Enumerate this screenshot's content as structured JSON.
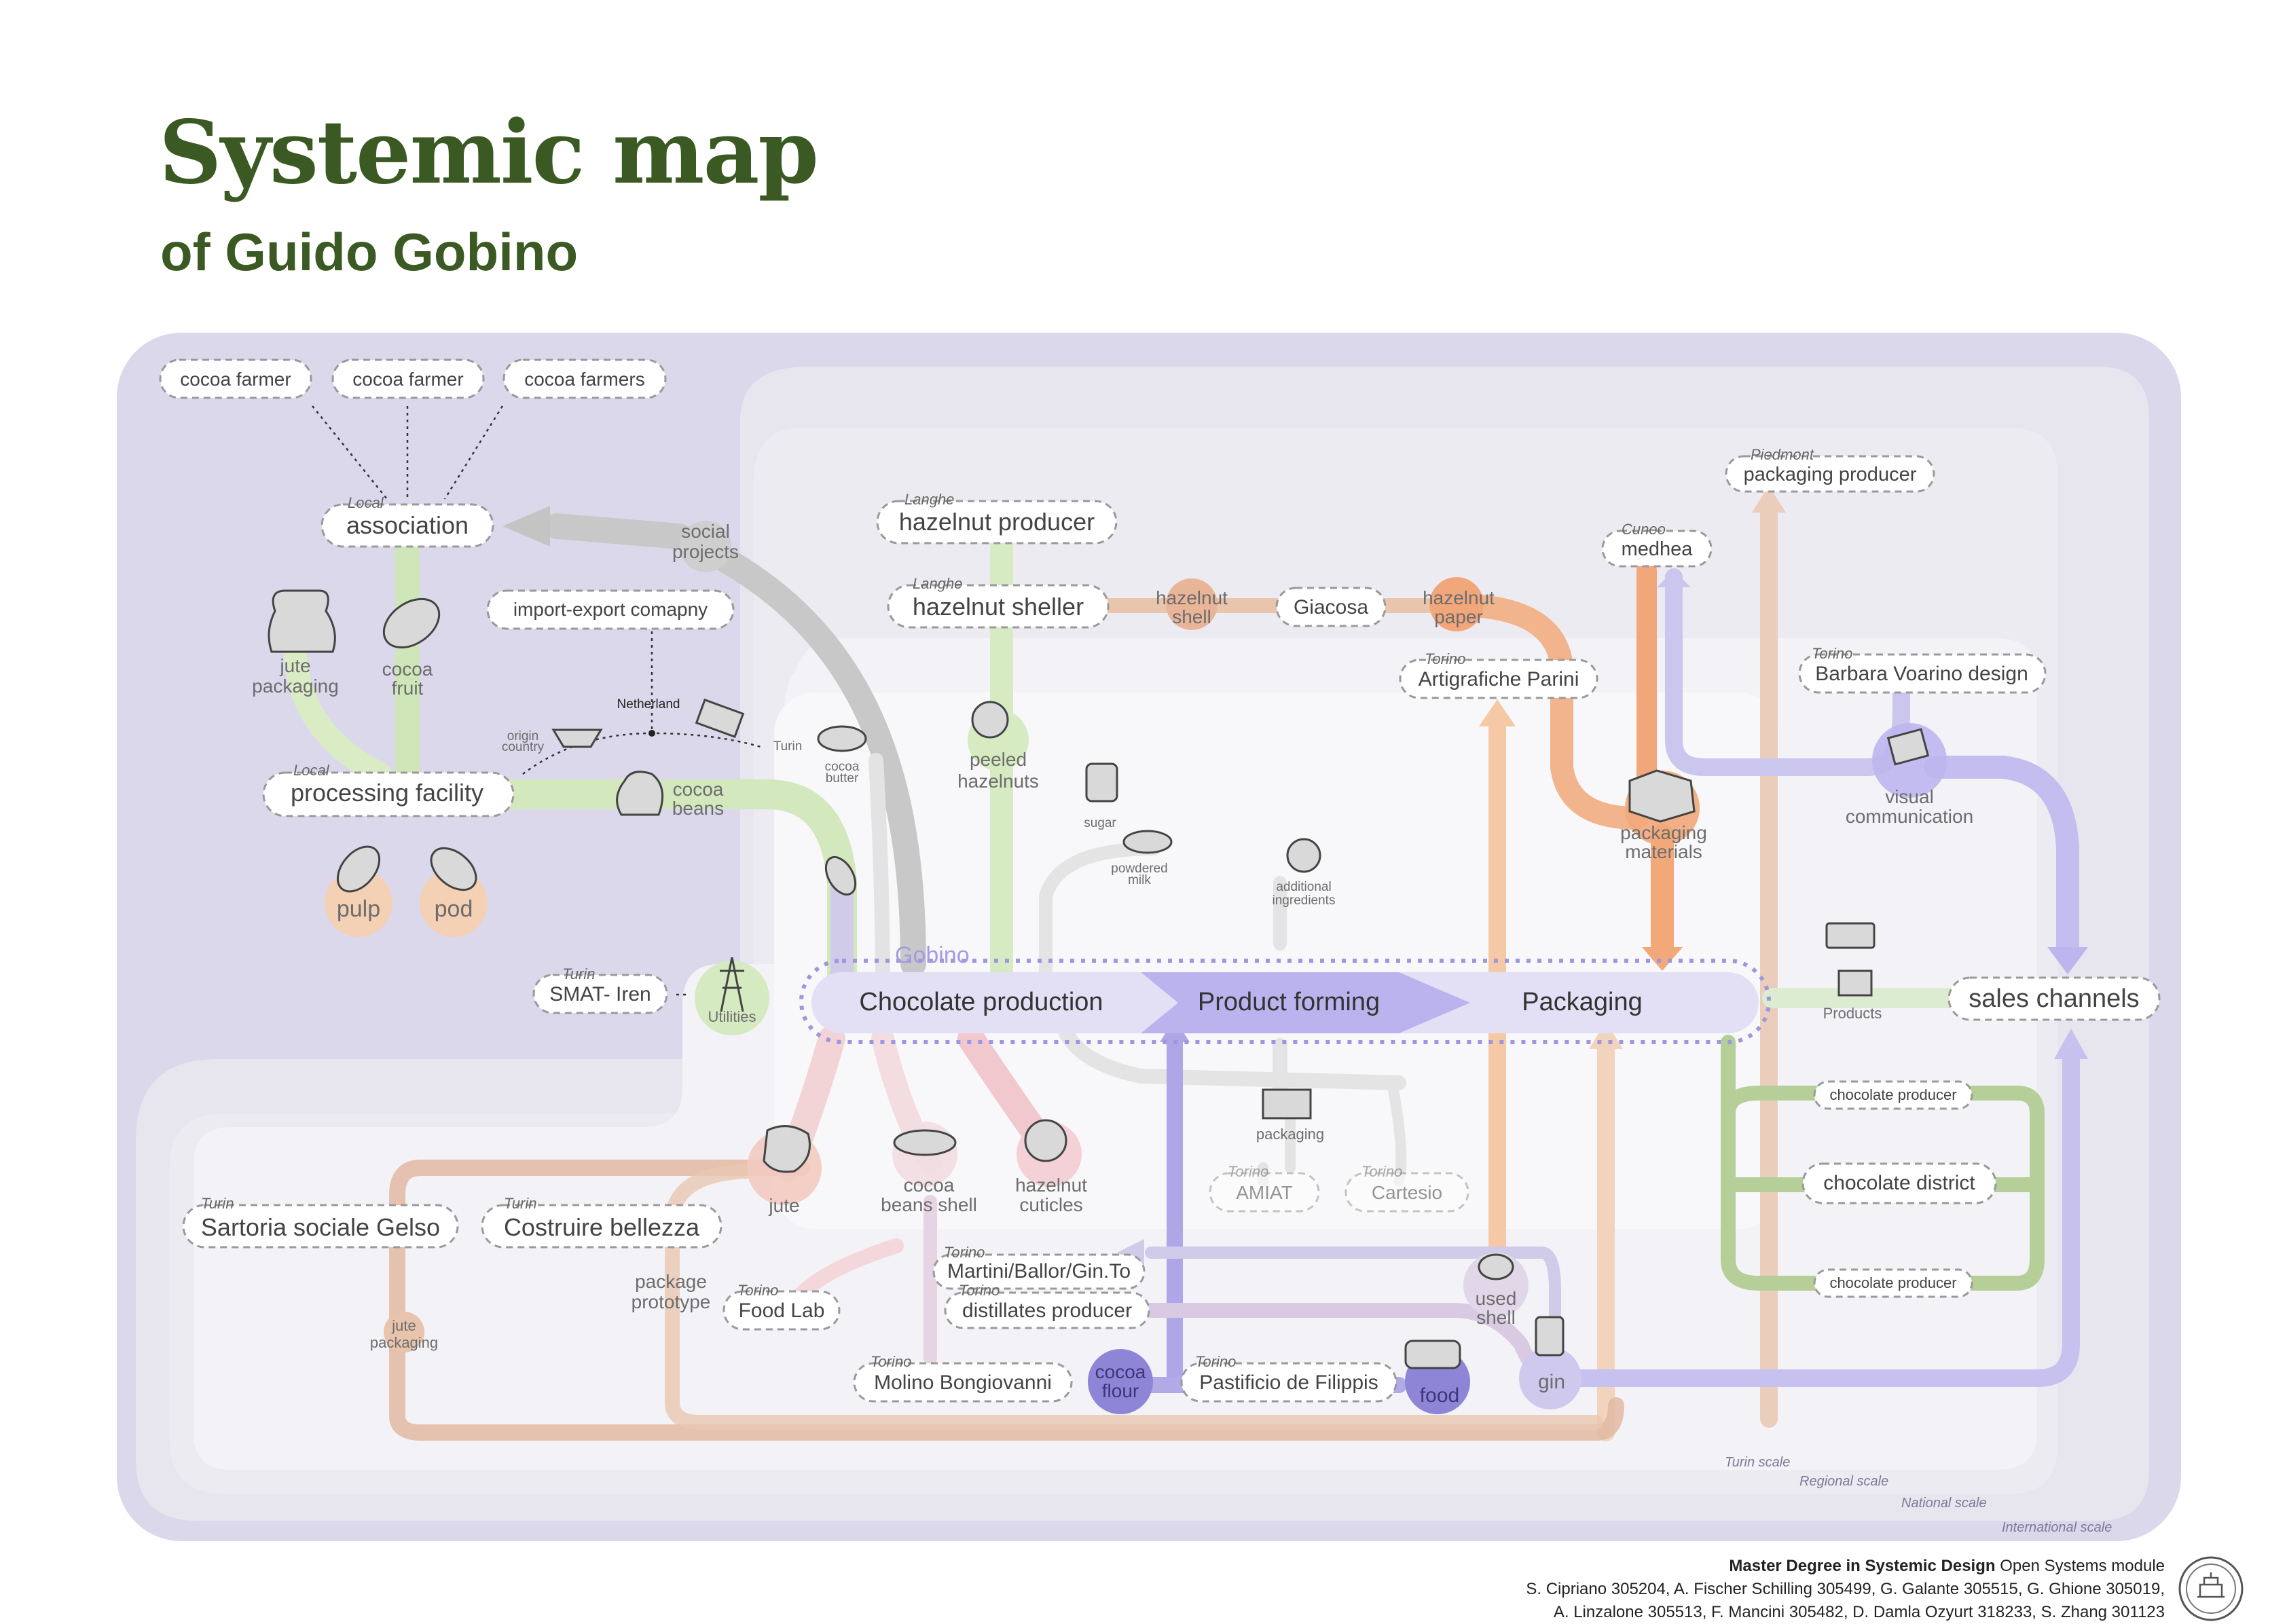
{
  "header": {
    "title": "Systemic map",
    "subtitle": "of Guido Gobino"
  },
  "gobino": {
    "label": "Gobino",
    "steps": [
      "Chocolate production",
      "Product forming",
      "Packaging"
    ]
  },
  "nodes": {
    "cocoa_farmer_1": "cocoa farmer",
    "cocoa_farmer_2": "cocoa farmer",
    "cocoa_farmers": "cocoa farmers",
    "association": {
      "loc": "Local",
      "label": "association"
    },
    "import_export": "import-export comapny",
    "processing_facility": {
      "loc": "Local",
      "label": "processing facility"
    },
    "hazelnut_producer": {
      "loc": "Langhe",
      "label": "hazelnut producer"
    },
    "hazelnut_sheller": {
      "loc": "Langhe",
      "label": "hazelnut sheller"
    },
    "giacosa": "Giacosa",
    "artigrafiche": {
      "loc": "Torino",
      "label": "Artigrafiche Parini"
    },
    "packaging_producer": {
      "loc": "Piedmont",
      "label": "packaging producer"
    },
    "medhea": {
      "loc": "Cuneo",
      "label": "medhea"
    },
    "barbara": {
      "loc": "Torino",
      "label": "Barbara Voarino design"
    },
    "smat": {
      "loc": "Turin",
      "label": "SMAT- Iren"
    },
    "sales_channels": "sales channels",
    "chocolate_producer_1": "chocolate producer",
    "chocolate_district": "chocolate district",
    "chocolate_producer_2": "chocolate producer",
    "sartoria": {
      "loc": "Turin",
      "label": "Sartoria sociale Gelso"
    },
    "costruire": {
      "loc": "Turin",
      "label": "Costruire bellezza"
    },
    "food_lab": {
      "loc": "Torino",
      "label": "Food Lab"
    },
    "martini": {
      "loc": "Torino",
      "label": "Martini/Ballor/Gin.To"
    },
    "distillates": {
      "loc": "Torino",
      "label": "distillates producer"
    },
    "molino": {
      "loc": "Torino",
      "label": "Molino Bongiovanni"
    },
    "pastificio": {
      "loc": "Torino",
      "label": "Pastificio de Filippis"
    },
    "amiat": {
      "loc": "Torino",
      "label": "AMIAT"
    },
    "cartesio": {
      "loc": "Torino",
      "label": "Cartesio"
    }
  },
  "flows": {
    "social_projects": [
      "social",
      "projects"
    ],
    "jute_packaging": [
      "jute",
      "packaging"
    ],
    "cocoa_fruit": [
      "cocoa",
      "fruit"
    ],
    "cocoa_beans": [
      "cocoa",
      "beans"
    ],
    "origin_country": [
      "origin",
      "country"
    ],
    "netherland": "Netherland",
    "turin_small": "Turin",
    "cocoa_butter": [
      "cocoa",
      "butter"
    ],
    "pulp": "pulp",
    "pod": "pod",
    "peeled_hazelnuts": [
      "peeled",
      "hazelnuts"
    ],
    "hazelnut_shell": [
      "hazelnut",
      "shell"
    ],
    "hazelnut_paper": [
      "hazelnut",
      "paper"
    ],
    "sugar": "sugar",
    "powdered_milk": [
      "powdered",
      "milk"
    ],
    "additional_ingredients": [
      "additional",
      "ingredients"
    ],
    "packaging_materials": [
      "packaging",
      "materials"
    ],
    "visual_communication": [
      "visual",
      "communication"
    ],
    "utilities": "Utilities",
    "products": "Products",
    "packaging_small": "packaging",
    "jute": "jute",
    "cocoa_beans_shell": [
      "cocoa",
      "beans shell"
    ],
    "hazelnut_cuticles": [
      "hazelnut",
      "cuticles"
    ],
    "package_prototype": [
      "package",
      "prototype"
    ],
    "jute_packaging_2": [
      "jute",
      "packaging"
    ],
    "used_shell": [
      "used",
      "shell"
    ],
    "cocoa_flour": [
      "cocoa",
      "flour"
    ],
    "food": "food",
    "gin": "gin"
  },
  "scales": [
    "Turin scale",
    "Regional scale",
    "National scale",
    "International scale"
  ],
  "footer": {
    "degree": "Master Degree in Systemic Design",
    "module": "Open Systems module",
    "line2": "S. Cipriano 305204, A. Fischer Schilling 305499, G. Galante 305515, G. Ghione 305019,",
    "line3": "A. Linzalone 305513, F. Mancini 305482, D. Damla Ozyurt 318233, S. Zhang 301123"
  },
  "colors": {
    "title": "#3b5a23",
    "international": "#dcd8ec",
    "green_flow": "#cfe6b8",
    "orange_flow": "#f2b48c",
    "purple_flow": "#b3aee6",
    "grey_flow": "#c4c4c4"
  }
}
